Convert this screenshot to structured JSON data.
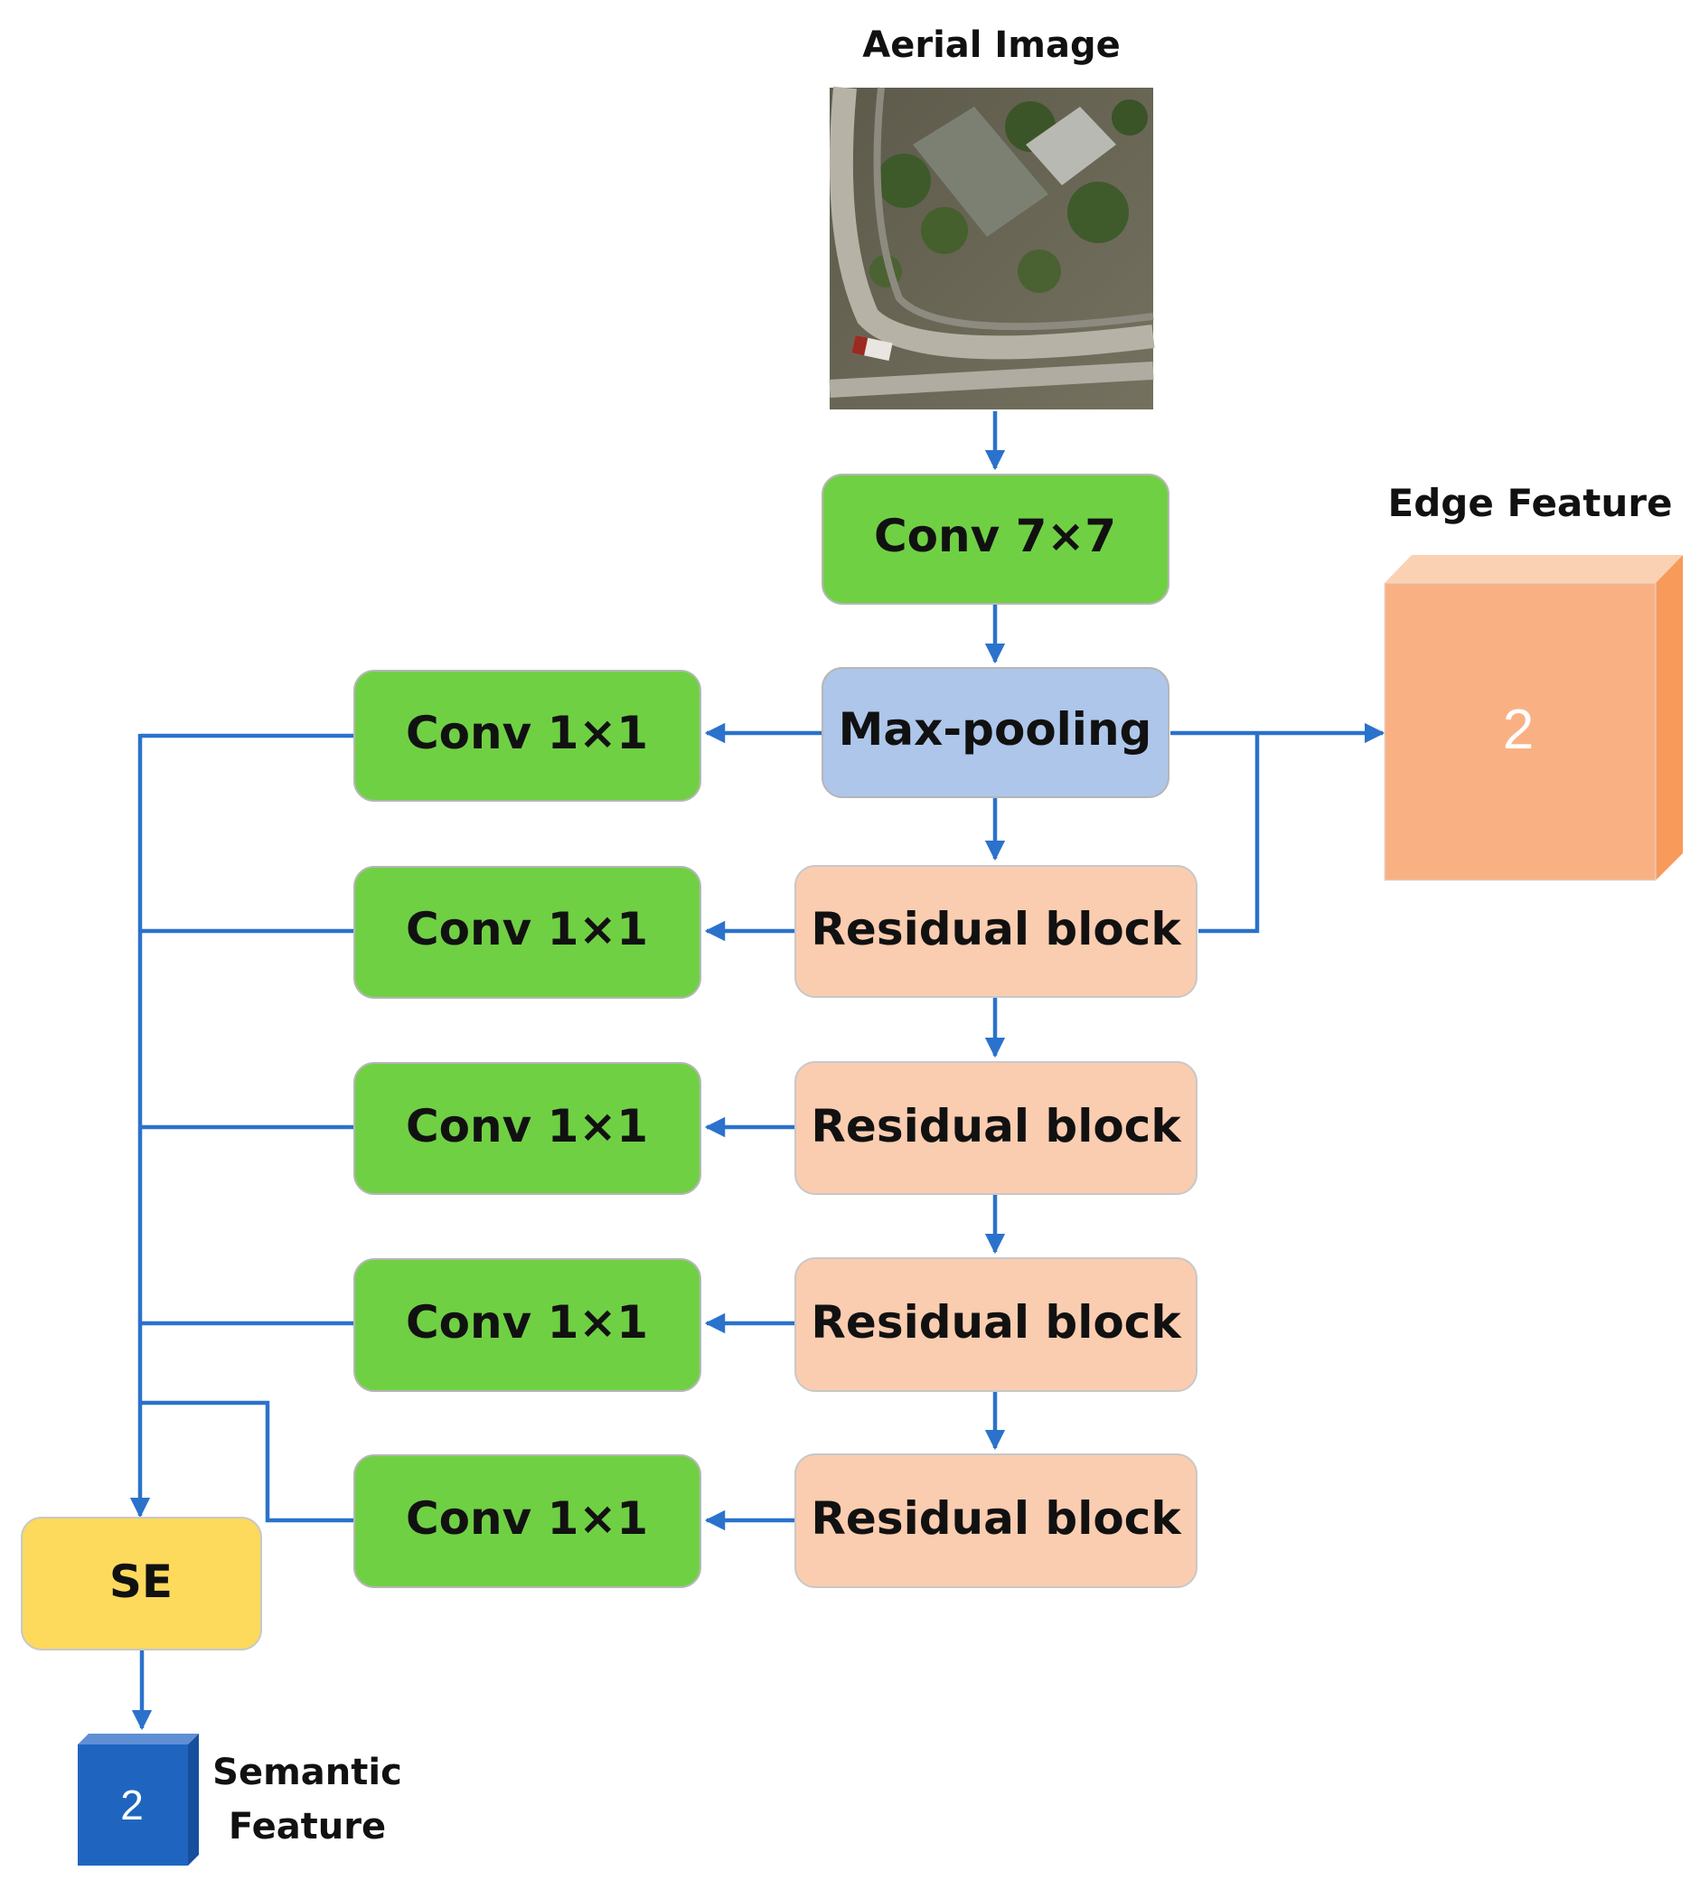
{
  "input": {
    "title": "Aerial Image"
  },
  "blocks": {
    "conv7": "Conv 7×7",
    "maxpool": "Max-pooling",
    "residual": [
      "Residual block",
      "Residual block",
      "Residual block",
      "Residual block"
    ],
    "conv1": [
      "Conv 1×1",
      "Conv 1×1",
      "Conv 1×1",
      "Conv 1×1",
      "Conv 1×1"
    ],
    "se": "SE"
  },
  "outputs": {
    "edge": {
      "title": "Edge Feature",
      "value": "2"
    },
    "semantic": {
      "title_line1": "Semantic",
      "title_line2": "Feature",
      "value": "2"
    }
  },
  "colors": {
    "conv": "#70d044",
    "maxpool": "#aec6ea",
    "residual": "#fbcdb0",
    "se": "#fdd95c",
    "edge_cube": "#f9b184",
    "semantic_cube": "#1f65c0",
    "arrow": "#2b72cc"
  }
}
